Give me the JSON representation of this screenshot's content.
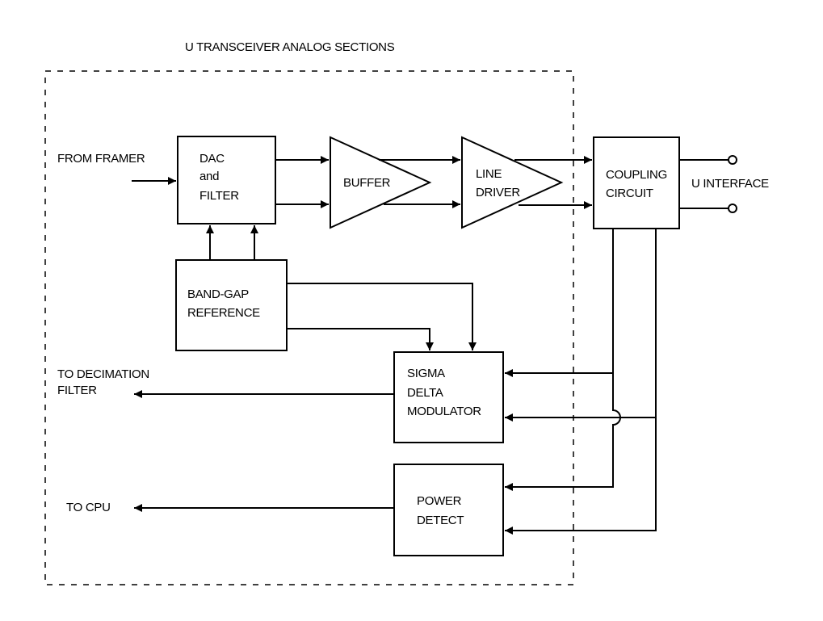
{
  "title": "U TRANSCEIVER ANALOG SECTIONS",
  "inputs": {
    "from_framer": "FROM FRAMER"
  },
  "outputs": {
    "u_interface": "U INTERFACE",
    "to_decimation_filter": [
      "TO DECIMATION",
      "FILTER"
    ],
    "to_cpu": "TO CPU"
  },
  "blocks": {
    "dac_filter": [
      "DAC",
      "and",
      "FILTER"
    ],
    "buffer": "BUFFER",
    "line_driver": [
      "LINE",
      "DRIVER"
    ],
    "coupling_circuit": [
      "COUPLING",
      "CIRCUIT"
    ],
    "band_gap_reference": [
      "BAND-GAP",
      "REFERENCE"
    ],
    "sigma_delta_modulator": [
      "SIGMA",
      "DELTA",
      "MODULATOR"
    ],
    "power_detect": [
      "POWER",
      "DETECT"
    ]
  },
  "colors": {
    "line": "#000000",
    "background": "#ffffff"
  }
}
